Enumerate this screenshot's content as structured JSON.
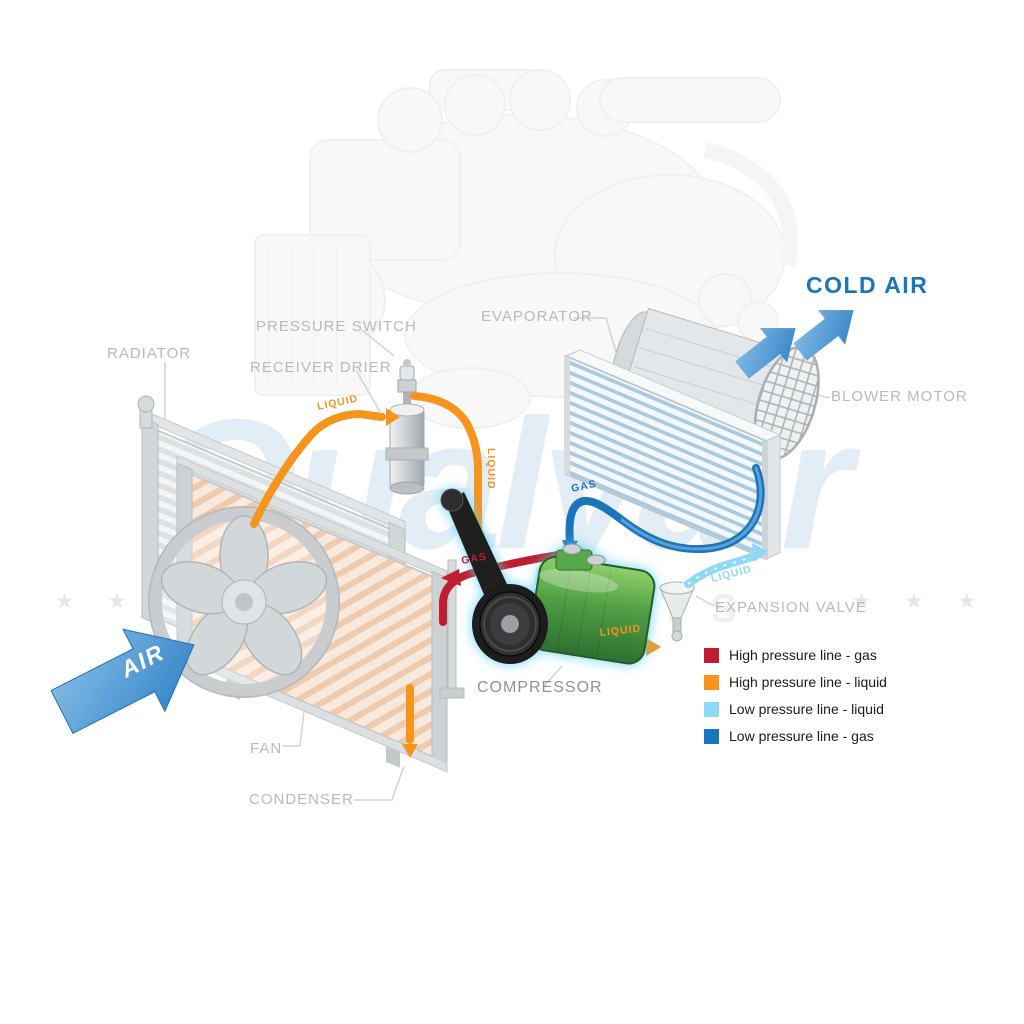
{
  "watermark": {
    "brand": "Qualyair",
    "ghost_text": "AUTO PARTS",
    "stars": "★ ★ ★"
  },
  "component_labels": {
    "radiator": "RADIATOR",
    "pressure_switch": "PRESSURE SWITCH",
    "receiver_drier": "RECEIVER DRIER",
    "evaporator": "EVAPORATOR",
    "cold_air": "COLD AIR",
    "blower_motor": "BLOWER MOTOR",
    "expansion_valve": "EXPANSION VALVE",
    "compressor": "COMPRESSOR",
    "fan": "FAN",
    "condenser": "CONDENSER",
    "air": "AIR"
  },
  "pipe_labels": {
    "liquid_into_drier": "LIQUID",
    "liquid_down_run": "LIQUID",
    "gas_suction": "GAS",
    "gas_discharge": "GAS",
    "liquid_low_pressure": "LIQUID",
    "liquid_into_valve": "LIQUID"
  },
  "legend": {
    "items": [
      {
        "color": "#be1e2d",
        "label": "High pressure line - gas"
      },
      {
        "color": "#f7941e",
        "label": "High pressure line - liquid"
      },
      {
        "color": "#8ed8f8",
        "label": "Low pressure line - liquid"
      },
      {
        "color": "#1b75bc",
        "label": "Low pressure line -  gas"
      }
    ]
  },
  "colors": {
    "high_pressure_gas": "#be1e2d",
    "high_pressure_liquid": "#f7941e",
    "low_pressure_liquid": "#8ed8f8",
    "low_pressure_gas": "#1b75bc",
    "cold_air_text": "#1b75bc",
    "label_gray": "#b6babc"
  }
}
